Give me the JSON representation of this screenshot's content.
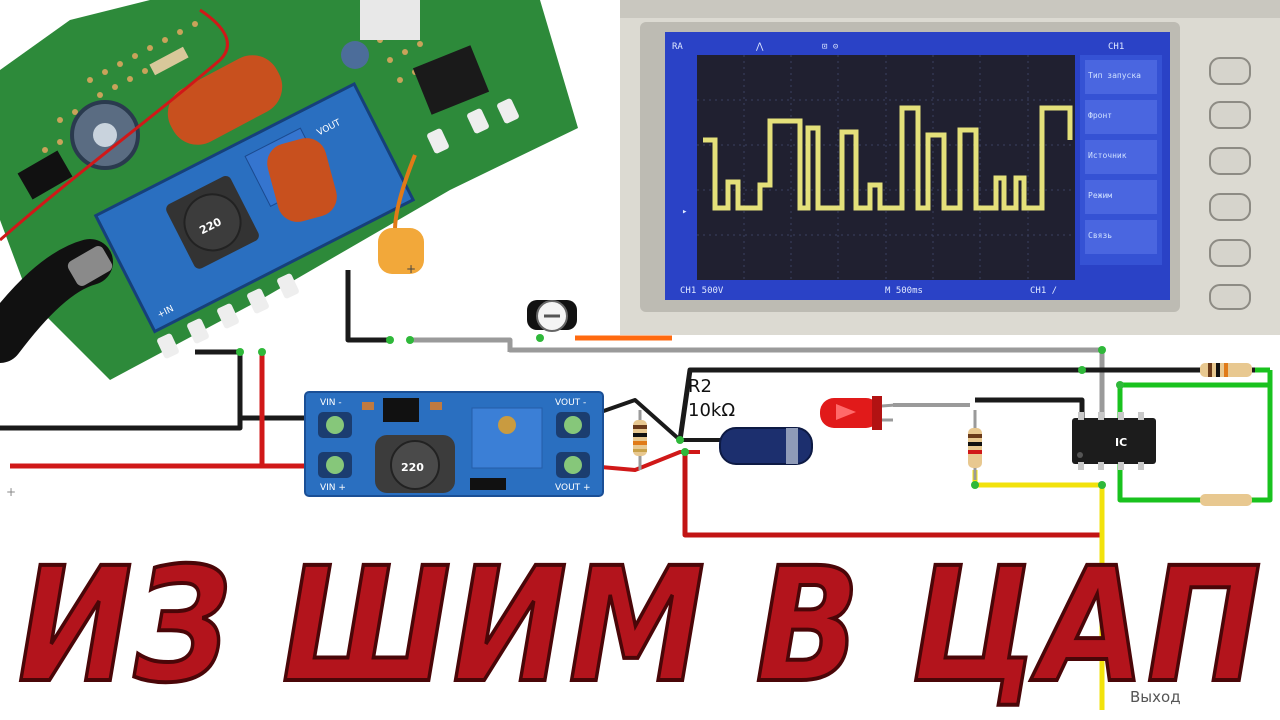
{
  "headline": "ИЗ ШИМ В ЦАП",
  "converter_module": {
    "vin_minus": "VIN -",
    "vin_plus": "VIN +",
    "vout_minus": "VOUT -",
    "vout_plus": "VOUT +",
    "inductor_code": "220"
  },
  "photo_module": {
    "vout_label": "VOUT",
    "inductor_code": "220",
    "vin_label": "+IN"
  },
  "resistor_r2": {
    "designator": "R2",
    "value": "10kΩ"
  },
  "ic_marking": "IC",
  "output_label": "Выход",
  "oscilloscope": {
    "menu": [
      "Тип запуска",
      "Фронт",
      "Источник",
      "Режим",
      "Связь"
    ],
    "status_left": "CH1 500V",
    "status_mid": "M 500ms",
    "status_right": "CH1 /"
  },
  "colors": {
    "title_red": "#b3141c",
    "wire_red": "#d01818",
    "wire_black": "#1a1a1a",
    "wire_yellow": "#f2e20c",
    "wire_green": "#19c21e",
    "wire_grey": "#9a9a9a",
    "module_blue": "#2a6fc0",
    "scope_screen": "#2c44c8",
    "trace_yellow": "#e4e07a"
  }
}
